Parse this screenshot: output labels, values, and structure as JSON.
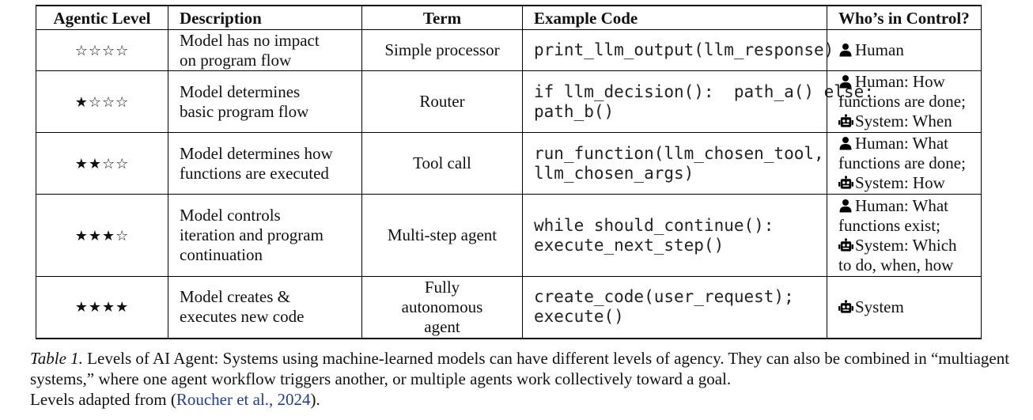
{
  "table": {
    "headers": {
      "level": "Agentic Level",
      "description": "Description",
      "term": "Term",
      "code": "Example Code",
      "who": "Who’s in Control?"
    },
    "rows": [
      {
        "stars": "☆☆☆☆",
        "description": [
          "Model has no impact",
          "on program flow"
        ],
        "term": [
          "Simple processor"
        ],
        "code": [
          "print_llm_output(llm_response)"
        ],
        "who": [
          {
            "icon": "person-icon",
            "text": "Human"
          }
        ]
      },
      {
        "stars": "★☆☆☆",
        "description": [
          "Model determines",
          "basic program flow"
        ],
        "term": [
          "Router"
        ],
        "code": [
          "if llm_decision():  path_a() else:",
          "path_b()"
        ],
        "who": [
          {
            "icon": "person-icon",
            "text": "Human: How"
          },
          {
            "icon": "",
            "text": "functions are done;"
          },
          {
            "icon": "robot-icon",
            "text": "System: When"
          }
        ]
      },
      {
        "stars": "★★☆☆",
        "description": [
          "Model determines how",
          "functions are executed"
        ],
        "term": [
          "Tool call"
        ],
        "code": [
          "run_function(llm_chosen_tool,",
          "llm_chosen_args)"
        ],
        "who": [
          {
            "icon": "person-icon",
            "text": "Human: What"
          },
          {
            "icon": "",
            "text": "functions are done;"
          },
          {
            "icon": "robot-icon",
            "text": "System: How"
          }
        ]
      },
      {
        "stars": "★★★☆",
        "description": [
          "Model controls",
          "iteration and program",
          "continuation"
        ],
        "term": [
          "Multi-step agent"
        ],
        "code": [
          "while should_continue():",
          "execute_next_step()"
        ],
        "who": [
          {
            "icon": "person-icon",
            "text": "Human: What"
          },
          {
            "icon": "",
            "text": "functions exist;"
          },
          {
            "icon": "robot-icon",
            "text": "System: Which"
          },
          {
            "icon": "",
            "text": "to do, when, how"
          }
        ]
      },
      {
        "stars": "★★★★",
        "description": [
          "Model creates &",
          "executes new code"
        ],
        "term": [
          "Fully",
          "autonomous",
          "agent"
        ],
        "code": [
          "create_code(user_request);",
          "execute()"
        ],
        "who": [
          {
            "icon": "robot-icon",
            "text": "System"
          }
        ]
      }
    ]
  },
  "caption": {
    "label": "Table 1.",
    "text": " Levels of AI Agent: Systems using machine-learned models can have different levels of agency. They can also be combined in “multiagent systems,” where one agent workflow triggers another, or multiple agents work collectively toward a goal.",
    "source_prefix": "Levels adapted from (",
    "source_cite": "Roucher et al., 2024",
    "source_suffix": ")."
  }
}
